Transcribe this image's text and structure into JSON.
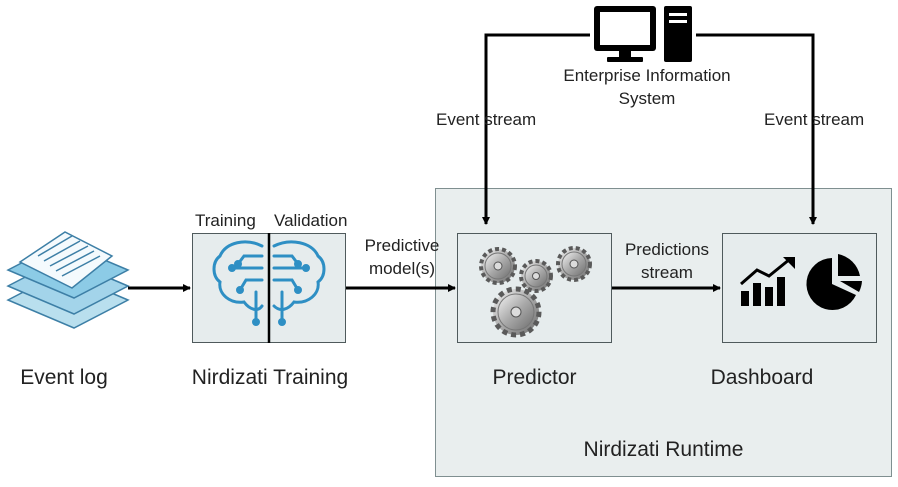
{
  "colors": {
    "arrow": "#000000",
    "box_fill": "#e6eced",
    "box_border": "#4f5a5c",
    "runtime_fill": "#e9eeee",
    "brain_blue": "#2e8fc4",
    "document_blue": "#7fc2de",
    "document_lines": "#3d7fa6"
  },
  "icons": {
    "event_log": "stacked-documents-icon",
    "training": "circuit-brain-icon",
    "predictor": "gears-icon",
    "dashboard_chart": "trending-bar-chart-icon",
    "dashboard_pie": "pie-chart-icon",
    "eis": "desktop-computer-icon"
  },
  "nodes": {
    "event_log": "Event log",
    "training": "Nirdizati Training",
    "predictor": "Predictor",
    "dashboard": "Dashboard",
    "runtime": "Nirdizati Runtime",
    "eis_line1": "Enterprise Information",
    "eis_line2": "System"
  },
  "labels": {
    "training": "Training",
    "validation": "Validation",
    "predictive_line1": "Predictive",
    "predictive_line2": "model(s)",
    "predictions_line1": "Predictions",
    "predictions_line2": "stream",
    "event_stream_left": "Event stream",
    "event_stream_right": "Event stream"
  }
}
